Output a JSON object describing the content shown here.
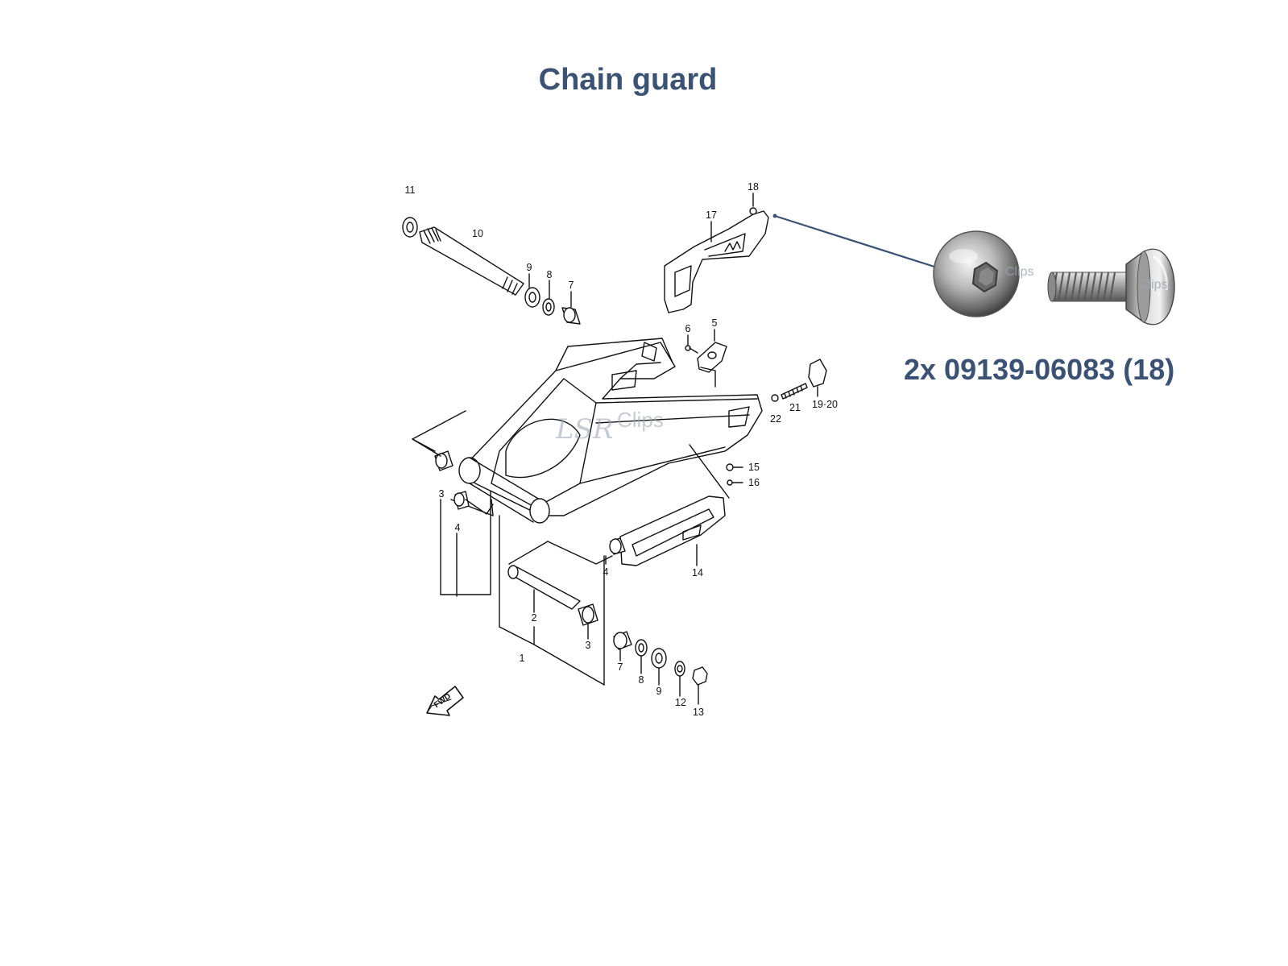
{
  "title": "Chain guard",
  "caption": "2x 09139-06083 (18)",
  "watermark": {
    "brand_a": "LSR",
    "brand_b": "Clips",
    "photo_mark": "Clips"
  },
  "forward_marker": "FWD",
  "part_labels": [
    "1",
    "2",
    "3",
    "3",
    "4",
    "4",
    "5",
    "6",
    "7",
    "7",
    "8",
    "8",
    "9",
    "9",
    "10",
    "11",
    "12",
    "13",
    "14",
    "15",
    "16",
    "17",
    "18",
    "19·20",
    "21",
    "22"
  ],
  "colors": {
    "title": "#3b5274",
    "leader_line": "#3b5274",
    "line_art": "#111111"
  },
  "photo": {
    "subject": "button-head-hex-bolt",
    "icon": "bolt-photo-icon"
  }
}
